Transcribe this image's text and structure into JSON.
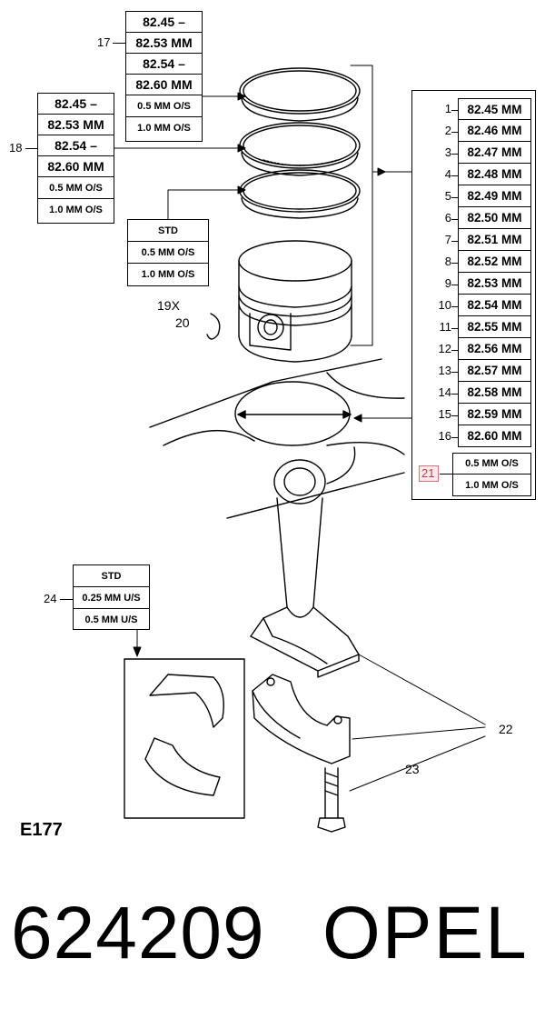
{
  "callout_17": {
    "number": "17",
    "items": [
      "82.45 –",
      "82.53 MM",
      "82.54 –",
      "82.60 MM",
      "0.5 MM O/S",
      "1.0 MM O/S"
    ]
  },
  "callout_18": {
    "number": "18",
    "items": [
      "82.45 –",
      "82.53 MM",
      "82.54 –",
      "82.60 MM",
      "0.5 MM O/S",
      "1.0 MM O/S"
    ]
  },
  "callout_19": {
    "number": "19X",
    "items": [
      "STD",
      "0.5 MM O/S",
      "1.0 MM O/S"
    ]
  },
  "callout_20": {
    "number": "20"
  },
  "bore_table": {
    "rows": [
      {
        "num": "1",
        "size": "82.45 MM"
      },
      {
        "num": "2",
        "size": "82.46 MM"
      },
      {
        "num": "3",
        "size": "82.47 MM"
      },
      {
        "num": "4",
        "size": "82.48 MM"
      },
      {
        "num": "5",
        "size": "82.49 MM"
      },
      {
        "num": "6",
        "size": "82.50 MM"
      },
      {
        "num": "7",
        "size": "82.51 MM"
      },
      {
        "num": "8",
        "size": "82.52 MM"
      },
      {
        "num": "9",
        "size": "82.53 MM"
      },
      {
        "num": "10",
        "size": "82.54 MM"
      },
      {
        "num": "11",
        "size": "82.55 MM"
      },
      {
        "num": "12",
        "size": "82.56 MM"
      },
      {
        "num": "13",
        "size": "82.57 MM"
      },
      {
        "num": "14",
        "size": "82.58 MM"
      },
      {
        "num": "15",
        "size": "82.59 MM"
      },
      {
        "num": "16",
        "size": "82.60 MM"
      }
    ],
    "oversize": {
      "num": "21",
      "items": [
        "0.5 MM O/S",
        "1.0 MM O/S"
      ],
      "highlight_color": "#e0707a"
    }
  },
  "callout_24": {
    "number": "24",
    "items": [
      "STD",
      "0.25 MM U/S",
      "0.5 MM U/S"
    ]
  },
  "callout_22": {
    "number": "22"
  },
  "callout_23": {
    "number": "23"
  },
  "diagram_code": "E177",
  "part_number": "624209",
  "brand": "OPEL"
}
